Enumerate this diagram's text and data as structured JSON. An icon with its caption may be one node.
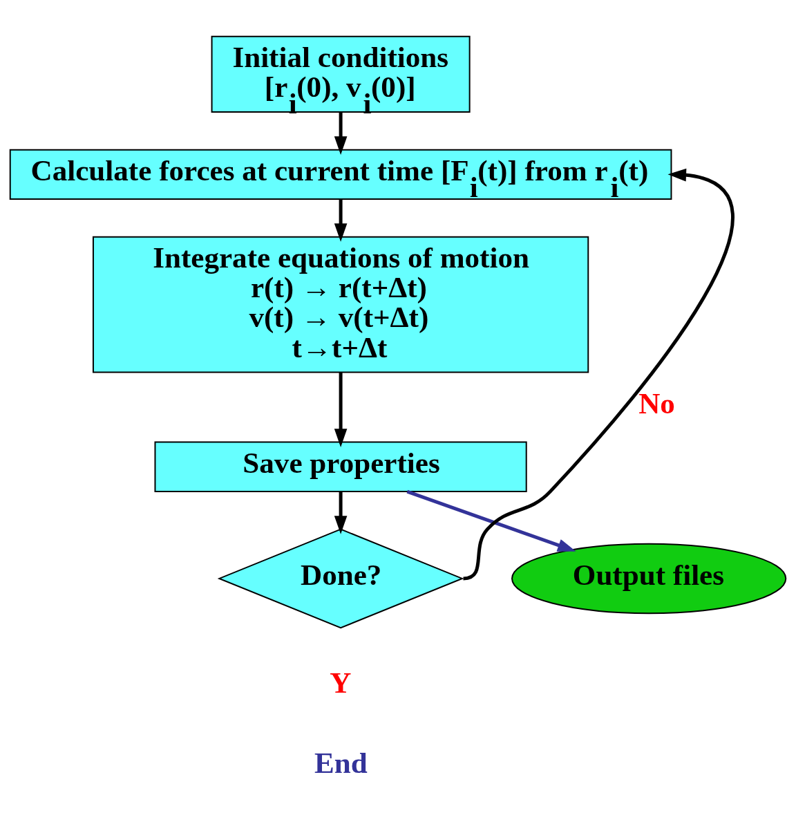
{
  "diagram": {
    "nodes": [
      {
        "text": [
          "Initial conditions",
          "[r$_{i}$(0), v$_{i}$(0)]"
        ]
      },
      {
        "text": [
          "Calculate forces at current time [F$_{i}$(t)] from r$_{i}$(t)"
        ]
      },
      {
        "text": [
          "Integrate equations of motion",
          "r(t) → r(t+Δt)",
          "v(t) → v(t+Δt)",
          "t→t+Δt"
        ]
      },
      {
        "text": [
          "Save properties"
        ]
      },
      {
        "text": [
          "Done?"
        ]
      },
      {
        "text": [
          "Output files"
        ]
      }
    ],
    "edges": [
      {
        "from": 0,
        "to": 1,
        "arrow": "to"
      },
      {
        "from": 1,
        "to": 2,
        "arrow": "to"
      },
      {
        "from": 2,
        "to": 3,
        "arrow": "to"
      },
      {
        "from": 3,
        "to": 4,
        "arrow": "to"
      },
      {
        "from": 4,
        "to": 1,
        "arrow": "to",
        "label": "No"
      },
      {
        "from": 3,
        "to": 5,
        "arrow": "to",
        "color": "#333399"
      }
    ],
    "labels": [
      "Y",
      "End"
    ]
  }
}
